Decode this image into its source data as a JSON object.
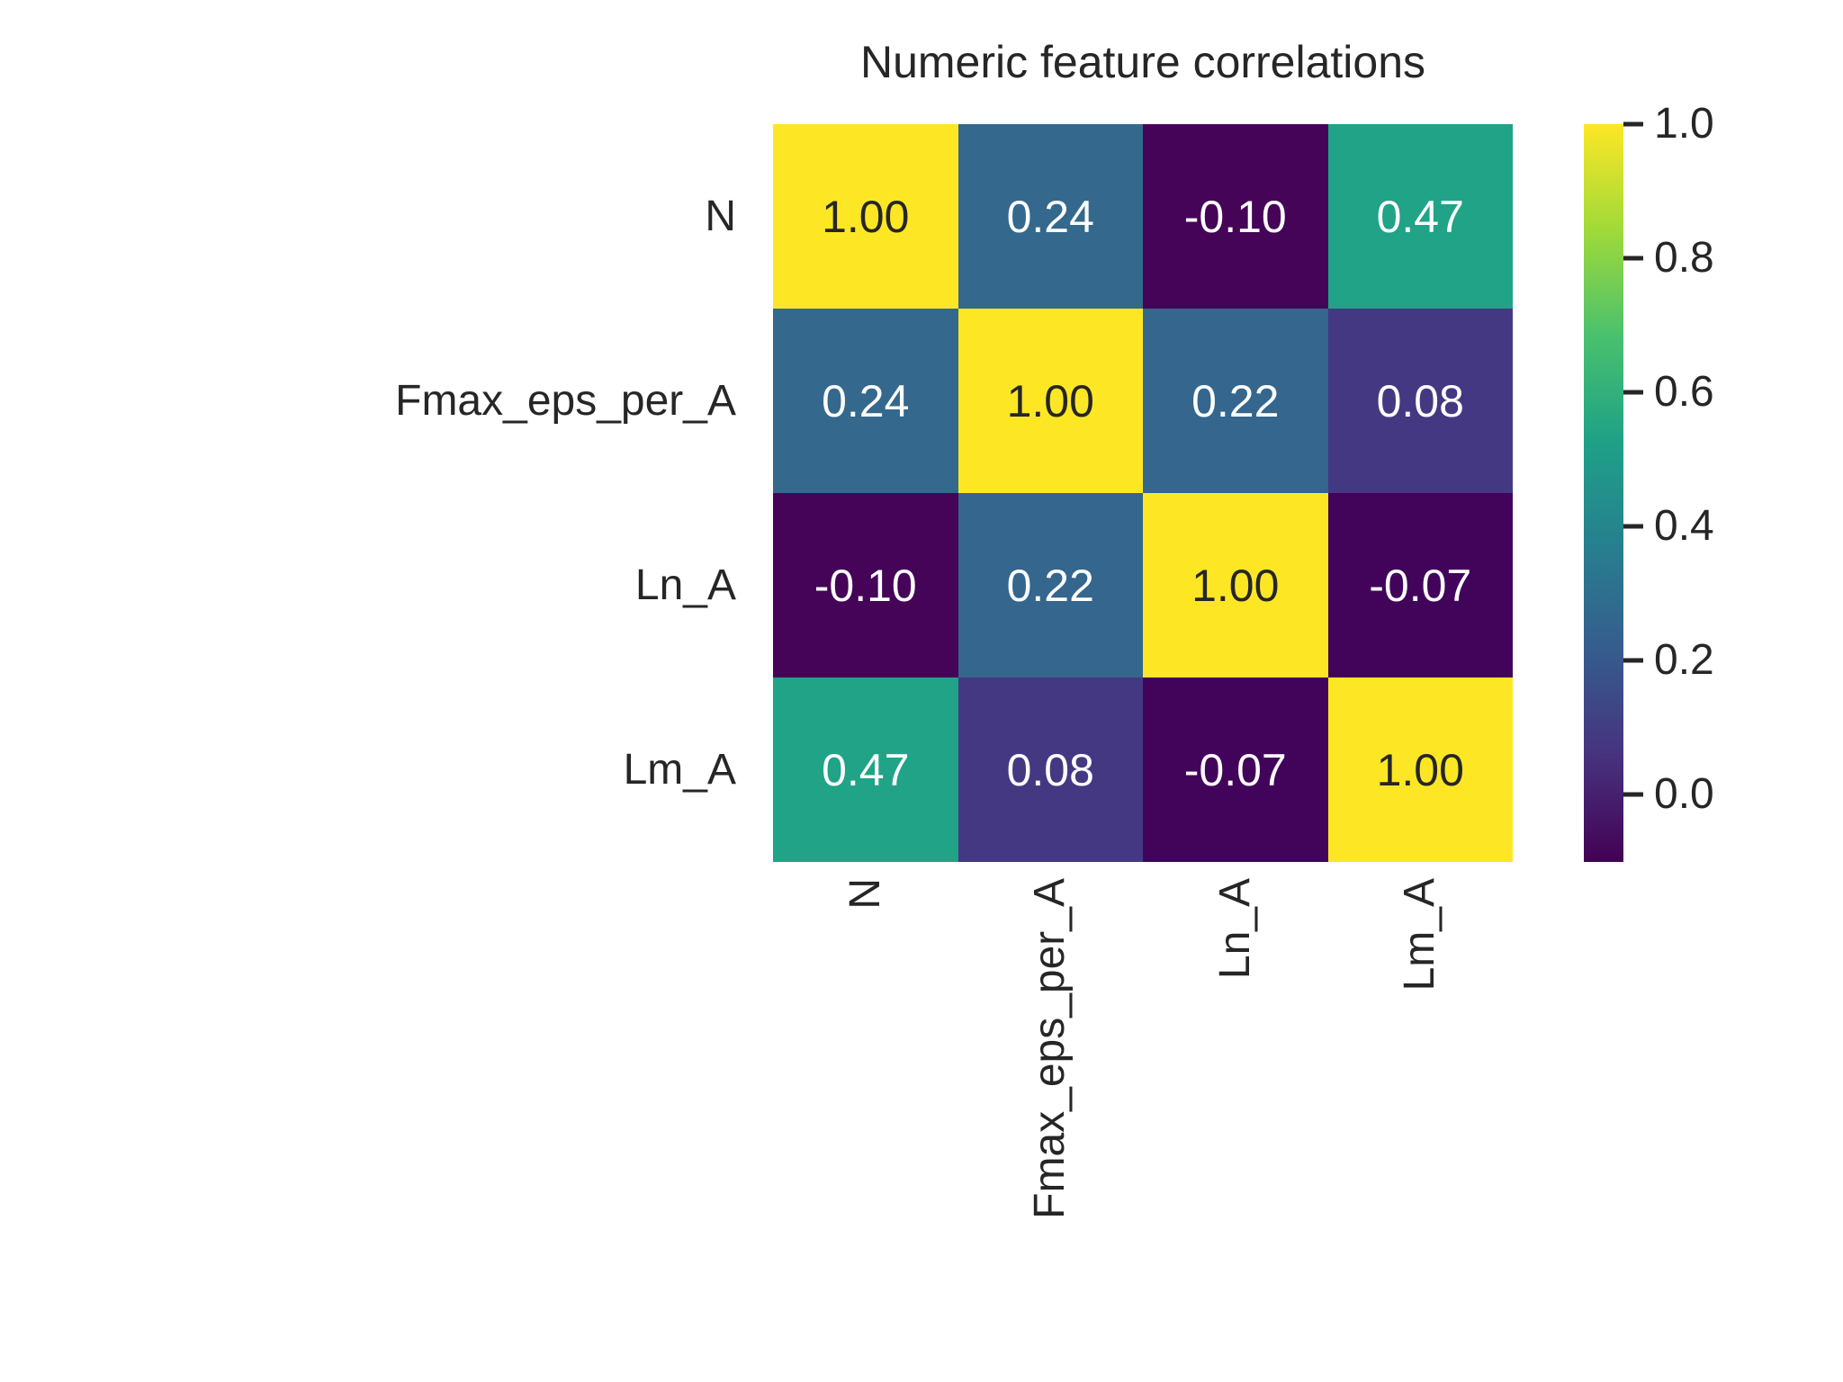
{
  "chart_data": {
    "type": "heatmap",
    "title": "Numeric feature correlations",
    "xlabel": "",
    "ylabel": "",
    "categories": [
      "N",
      "Fmax_eps_per_A",
      "Ln_A",
      "Lm_A"
    ],
    "row_labels": [
      "N",
      "Fmax_eps_per_A",
      "Ln_A",
      "Lm_A"
    ],
    "col_labels": [
      "N",
      "Fmax_eps_per_A",
      "Ln_A",
      "Lm_A"
    ],
    "matrix": [
      [
        1.0,
        0.24,
        -0.1,
        0.47
      ],
      [
        0.24,
        1.0,
        0.22,
        0.08
      ],
      [
        -0.1,
        0.22,
        1.0,
        -0.07
      ],
      [
        0.47,
        0.08,
        -0.07,
        1.0
      ]
    ],
    "cell_text": [
      [
        "1.00",
        "0.24",
        "-0.10",
        "0.47"
      ],
      [
        "0.24",
        "1.00",
        "0.22",
        "0.08"
      ],
      [
        "-0.10",
        "0.22",
        "1.00",
        "-0.07"
      ],
      [
        "0.47",
        "0.08",
        "-0.07",
        "1.00"
      ]
    ],
    "cell_colors": [
      [
        "#fde725",
        "#35688d",
        "#450457",
        "#20a386"
      ],
      [
        "#35688d",
        "#fde725",
        "#34668e",
        "#453882"
      ],
      [
        "#450457",
        "#34668e",
        "#fde725",
        "#42045b"
      ],
      [
        "#20a386",
        "#453882",
        "#42045b",
        "#fde725"
      ]
    ],
    "cell_text_colors": [
      [
        "#262626",
        "#ffffff",
        "#ffffff",
        "#ffffff"
      ],
      [
        "#ffffff",
        "#262626",
        "#ffffff",
        "#ffffff"
      ],
      [
        "#ffffff",
        "#ffffff",
        "#262626",
        "#ffffff"
      ],
      [
        "#ffffff",
        "#ffffff",
        "#ffffff",
        "#262626"
      ]
    ],
    "colormap": "viridis",
    "vmin": -0.1,
    "vmax": 1.0,
    "colorbar": {
      "orientation": "vertical",
      "ticks": [
        1.0,
        0.8,
        0.6,
        0.4,
        0.2,
        0.0
      ],
      "tick_labels": [
        "1.0",
        "0.8",
        "0.6",
        "0.4",
        "0.2",
        "0.0"
      ],
      "gradient_stops": [
        "#440154",
        "#46327e",
        "#365c8d",
        "#277f8e",
        "#1fa187",
        "#4ac16d",
        "#a0da39",
        "#fde725"
      ]
    },
    "grid": false,
    "legend_position": "right",
    "annotations": []
  }
}
